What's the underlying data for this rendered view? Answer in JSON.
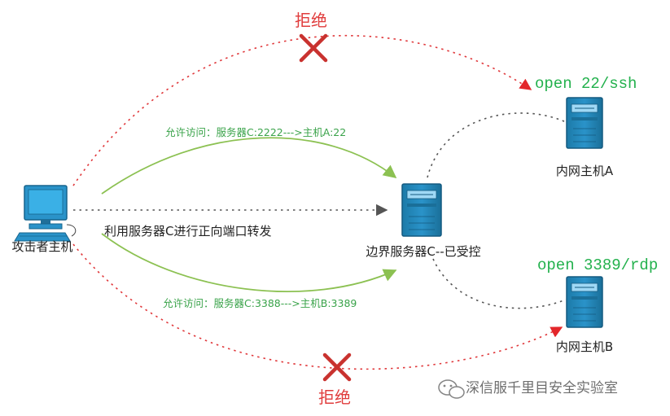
{
  "colors": {
    "reject_line": "#e0383b",
    "reject_text": "#e03c3c",
    "allow_line": "#8cc152",
    "allow_text": "#3aa34a",
    "open_text": "#23b14d",
    "neutral_line": "#555555",
    "server_blue": "#1f85b4",
    "pc_blue": "#2a93c9",
    "text_dark": "#222222",
    "cross_red": "#c9322f"
  },
  "nodes": {
    "attacker": {
      "label": "攻击者主机",
      "icon": "desktop-computer-icon"
    },
    "server_c": {
      "label": "边界服务器C--已受控",
      "icon": "server-icon"
    },
    "host_a": {
      "label": "内网主机A",
      "icon": "server-icon"
    },
    "host_b": {
      "label": "内网主机B",
      "icon": "server-icon"
    }
  },
  "labels": {
    "reject_top": "拒绝",
    "reject_bottom": "拒绝",
    "open_a": "open 22/ssh",
    "open_b": "open 3389/rdp",
    "allow_a": "允许访问：服务器C:2222--->主机A:22",
    "allow_b": "允许访问：服务器C:3388--->主机B:3389",
    "forward": "利用服务器C进行正向端口转发"
  },
  "watermark": {
    "text": "深信服千里目安全实验室",
    "icon": "wechat-icon"
  }
}
